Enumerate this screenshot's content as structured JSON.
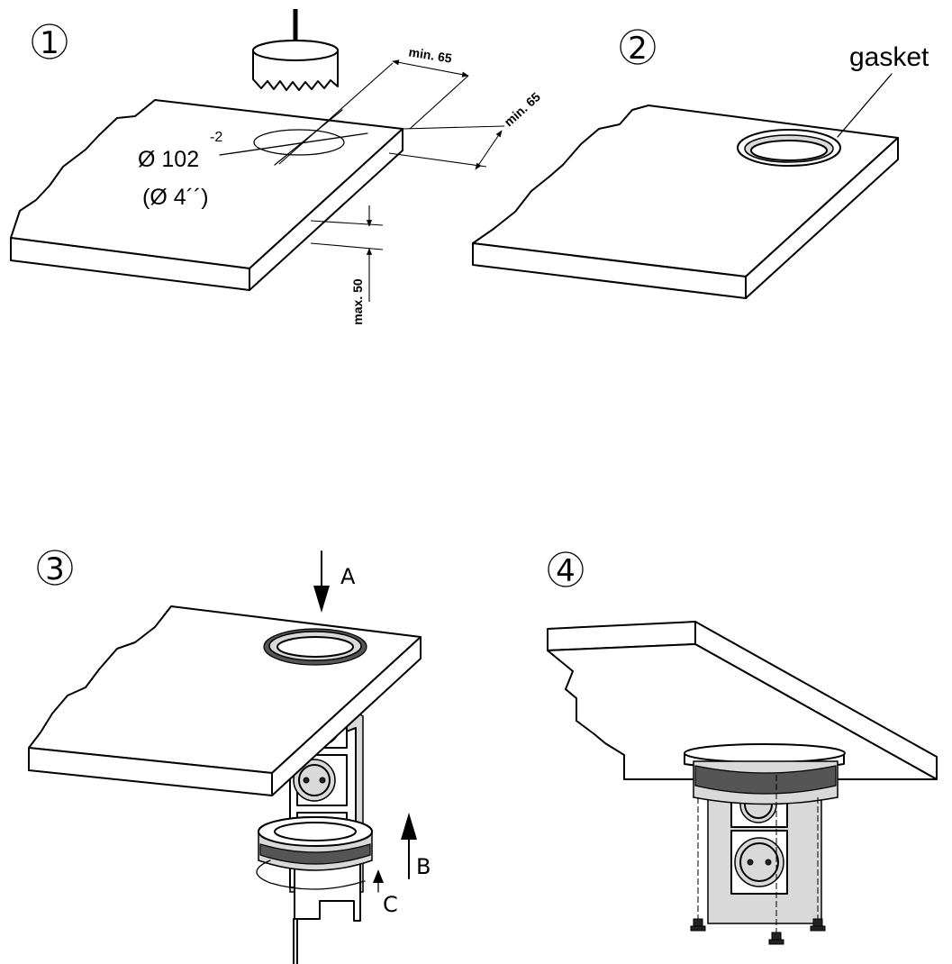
{
  "steps": [
    {
      "number": "1"
    },
    {
      "number": "2"
    },
    {
      "number": "3"
    },
    {
      "number": "4"
    }
  ],
  "step1": {
    "dim_min65_top": "min. 65",
    "dim_min65_side": "min. 65",
    "dim_max50": "max. 50",
    "diameter_mm": "Ø 102",
    "diameter_tol": "-2",
    "diameter_in": "(Ø 4´´)"
  },
  "step2": {
    "gasket_label": "gasket"
  },
  "step3": {
    "arrow_a": "A",
    "arrow_b": "B",
    "arrow_c": "C"
  }
}
